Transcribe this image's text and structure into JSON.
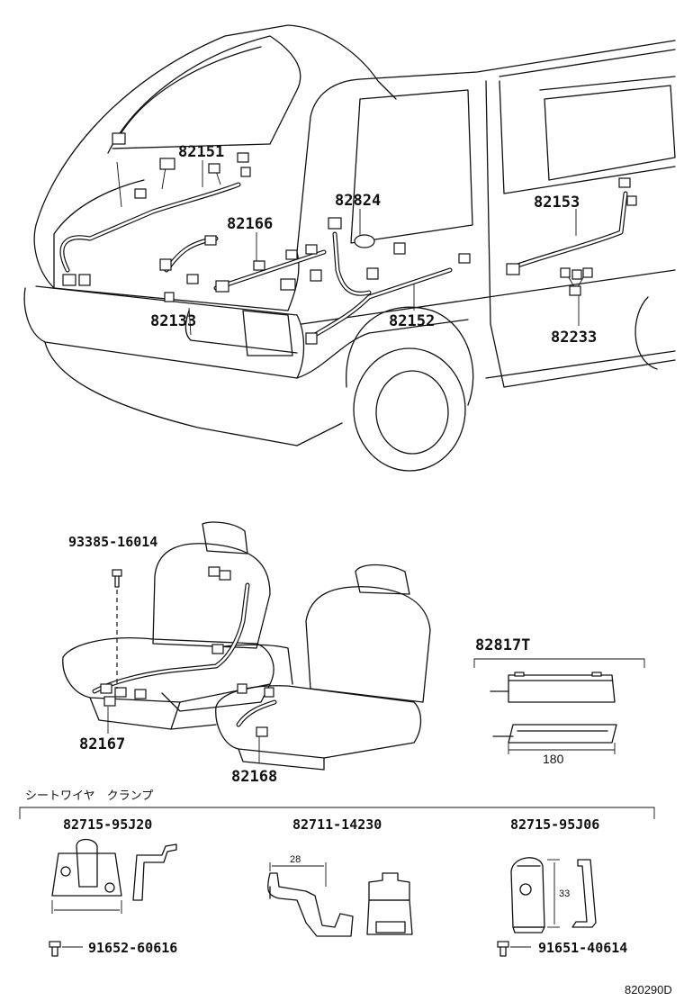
{
  "labels": {
    "p82151": "82151",
    "p82166": "82166",
    "p82824": "82824",
    "p82153": "82153",
    "p82133": "82133",
    "p82152": "82152",
    "p82233": "82233",
    "p93385": "93385-16014",
    "p82167": "82167",
    "p82168": "82168",
    "p82817T": "82817T",
    "p82715a": "82715-95J20",
    "p82711": "82711-14230",
    "p82715b": "82715-95J06",
    "p91652": "91652-60616",
    "p91651": "91651-40614"
  },
  "dimensions": {
    "d180": "180",
    "d28": "28",
    "d33": "33"
  },
  "section_title": "シートワイヤ　クランプ",
  "diagram_code": "820290D"
}
